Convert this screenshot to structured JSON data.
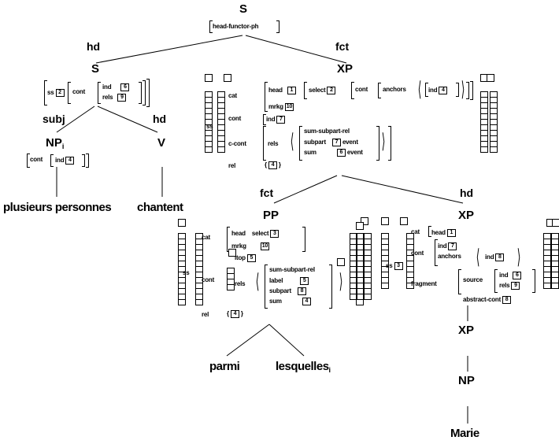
{
  "root": {
    "label": "S",
    "type_label": "head-functor-ph"
  },
  "edges": {
    "hd": "hd",
    "fct": "fct",
    "subj": "subj"
  },
  "nodes": {
    "s_inner": "S",
    "xp_top": "XP",
    "np_i": "NP",
    "np_i_sub": "i",
    "v": "V",
    "pp": "PP",
    "xp_mid": "XP",
    "xp_low": "XP",
    "np_low": "NP"
  },
  "words": {
    "subject": "plusieurs personnes",
    "verb": "chantent",
    "prep": "parmi",
    "rel_pron": "lesquelles",
    "rel_pron_sub": "i",
    "name": "Marie"
  },
  "features": {
    "ss": "ss",
    "cont": "cont",
    "ind": "ind",
    "rels": "rels",
    "cat": "cat",
    "head": "head",
    "select": "select",
    "anchors": "anchors",
    "mrkg": "mrkg",
    "c_cont": "c-cont",
    "rel": "rel",
    "ltop": "ltop",
    "label": "label",
    "subpart": "subpart",
    "sum": "sum",
    "event": "event",
    "sum_subpart_rel": "sum-subpart-rel",
    "fragment": "fragment",
    "source": "source",
    "abstract_cont": "abstract-cont"
  },
  "tags": {
    "t1": "1",
    "t2": "2",
    "t3": "3",
    "t4": "4",
    "t5": "5",
    "t6": "6",
    "t7": "7",
    "t8": "8",
    "t9": "9",
    "t10": "10"
  }
}
